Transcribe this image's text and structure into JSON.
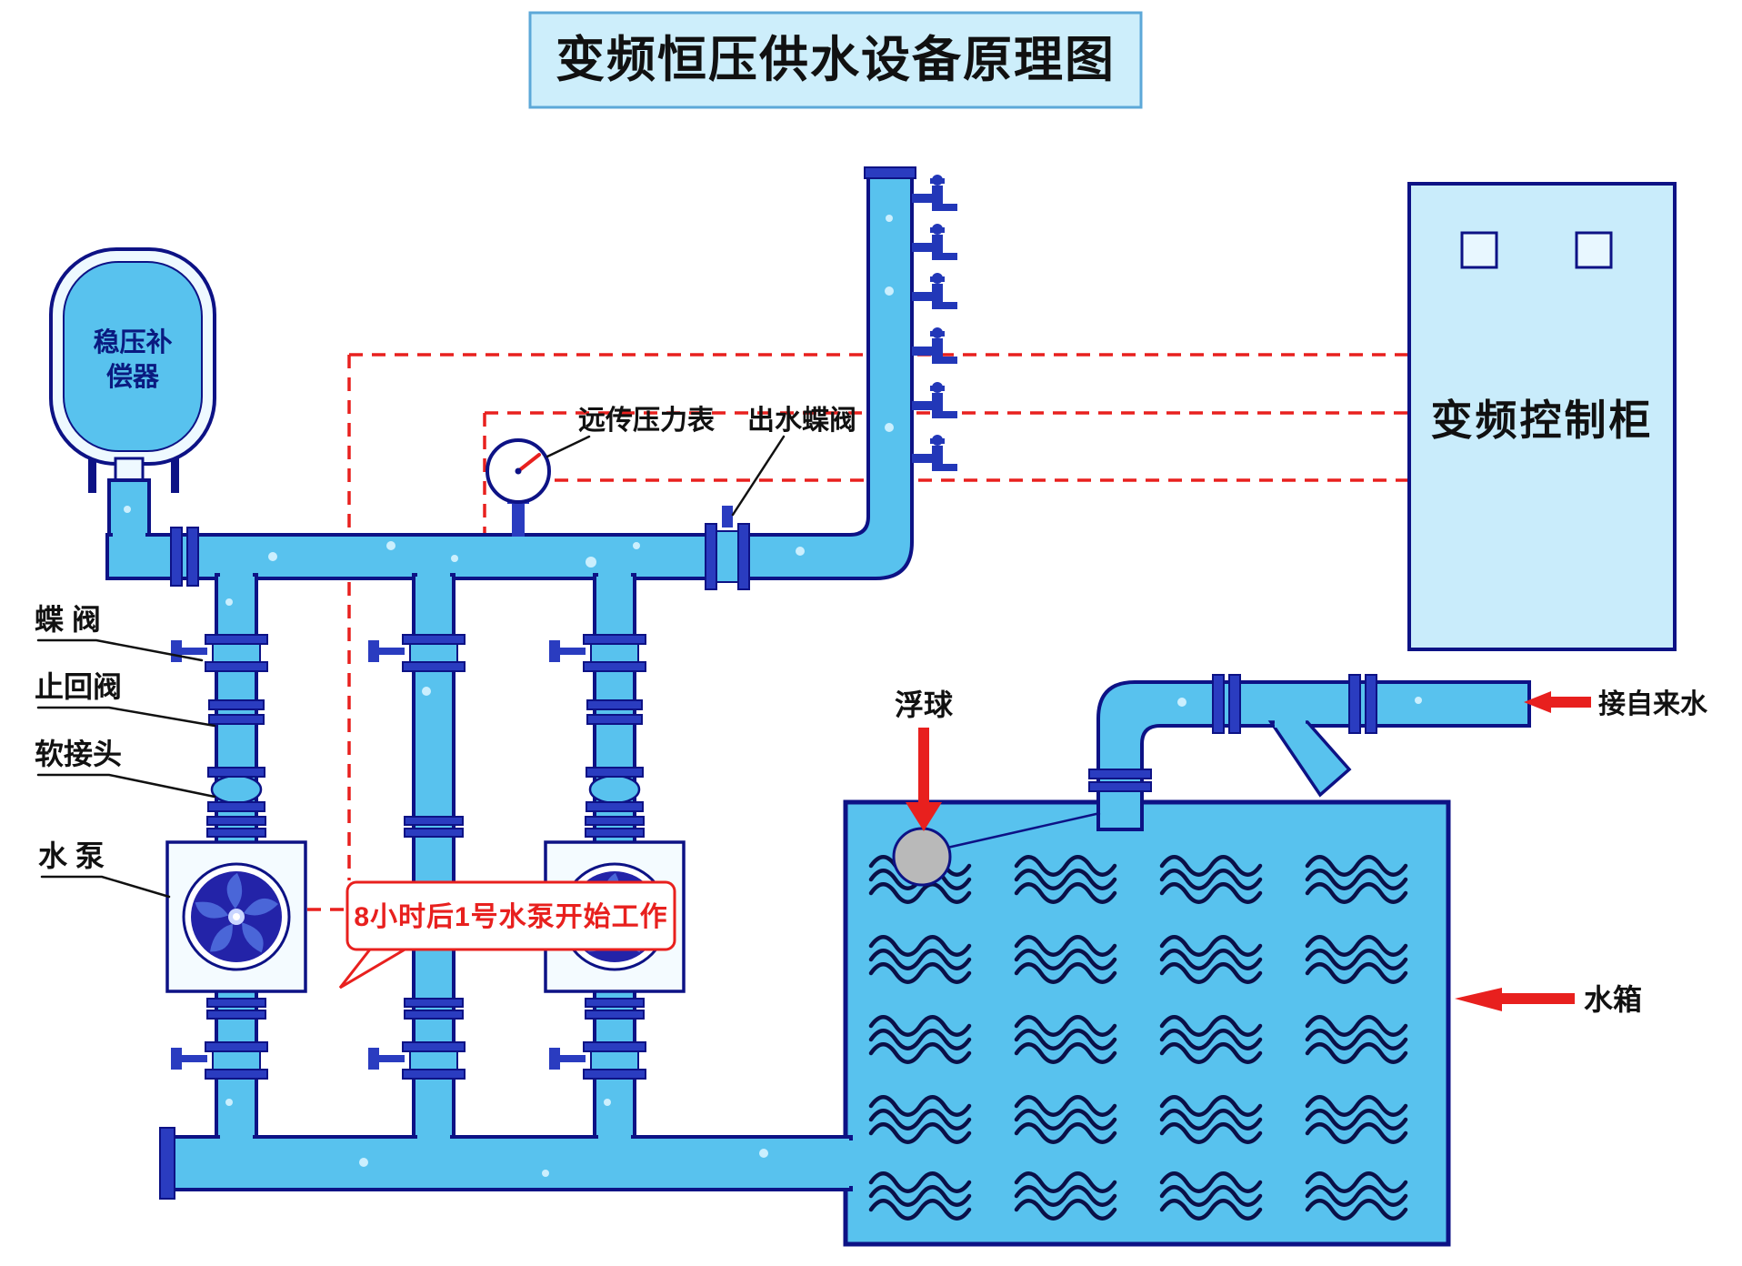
{
  "title": "变频恒压供水设备原理图",
  "colors": {
    "pipe_fill": "#58c2ee",
    "pipe_stroke": "#0d1285",
    "fitting_fill": "#2a3cc0",
    "panel_fill": "#cdeefb",
    "signal_red": "#e8201e",
    "float_gray": "#b9b9b9",
    "wave_navy": "#0a1048"
  },
  "compensator": {
    "line1": "稳压补",
    "line2": "偿器"
  },
  "left_labels": {
    "butterfly_valve": "蝶 阀",
    "check_valve": "止回阀",
    "soft_joint": "软接头",
    "water_pump": "水 泵"
  },
  "top_labels": {
    "remote_pressure_gauge": "远传压力表",
    "outlet_butterfly_valve": "出水蝶阀"
  },
  "control_cabinet": {
    "label": "变频控制柜"
  },
  "tank_area": {
    "float_ball": "浮球",
    "tap_water_inlet": "接自来水",
    "water_tank": "水箱"
  },
  "callout": {
    "text": "8小时后1号水泵开始工作"
  }
}
